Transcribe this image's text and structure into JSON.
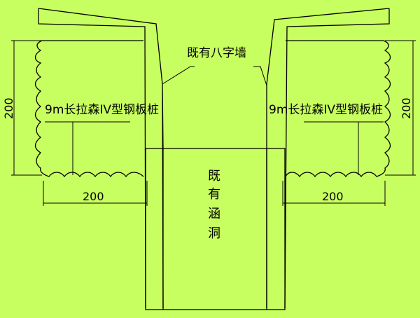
{
  "diagram": {
    "background_color": "#c8ff60",
    "line_color": "#000000",
    "labels": {
      "wingwall": "既有八字墙",
      "pile_left": "9m长拉森IV型钢板桩",
      "pile_right": "9m长拉森IV型钢板桩",
      "culvert": [
        "既",
        "有",
        "涵",
        "洞"
      ],
      "dim_left_vertical": "200",
      "dim_left_horizontal": "200",
      "dim_right_vertical": "200",
      "dim_right_horizontal": "200"
    }
  }
}
